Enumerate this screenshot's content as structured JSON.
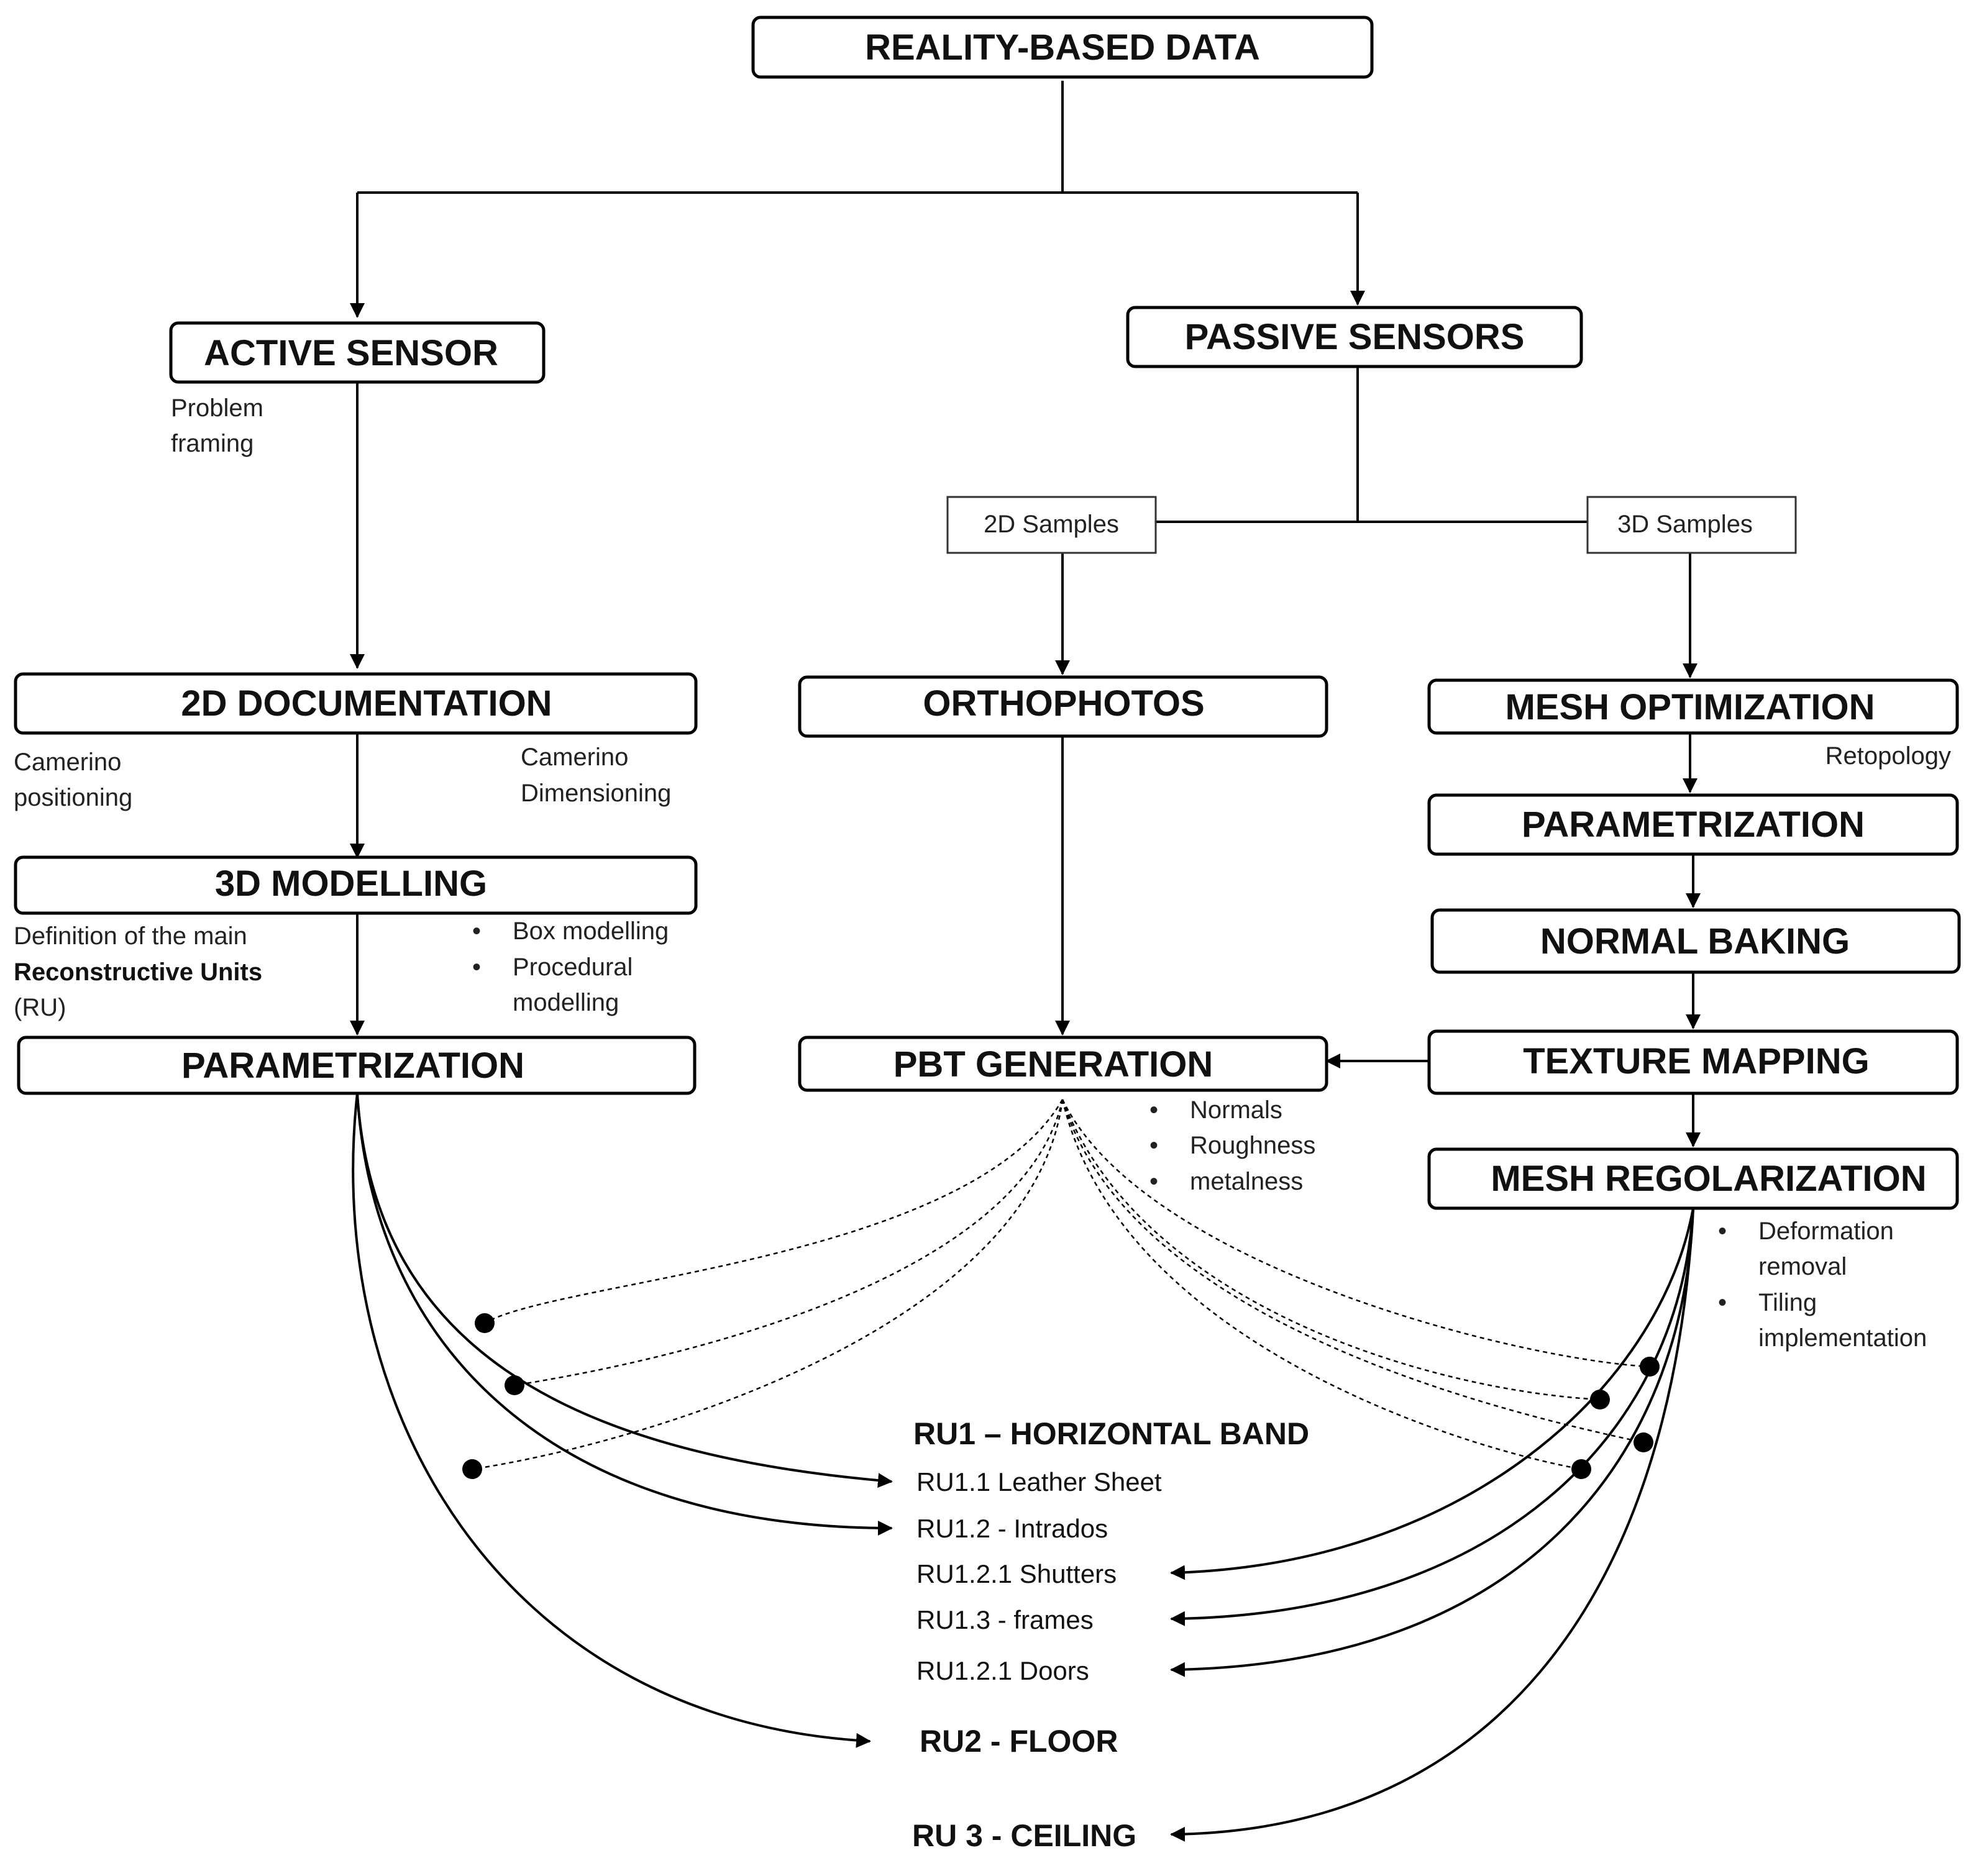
{
  "boxes": {
    "reality": "REALITY-BASED DATA",
    "active": "ACTIVE SENSOR",
    "passive": "PASSIVE SENSORS",
    "samples2d": "2D Samples",
    "samples3d": "3D Samples",
    "doc2d": "2D DOCUMENTATION",
    "ortho": "ORTHOPHOTOS",
    "meshopt": "MESH OPTIMIZATION",
    "param_right": "PARAMETRIZATION",
    "modelling3d": "3D MODELLING",
    "normal": "NORMAL BAKING",
    "param_left": "PARAMETRIZATION",
    "pbt": "PBT GENERATION",
    "texture": "TEXTURE MAPPING",
    "meshreg": "MESH REGOLARIZATION"
  },
  "notes": {
    "problem_1": "Problem",
    "problem_2": "framing",
    "cam_pos_1": "Camerino",
    "cam_pos_2": "positioning",
    "cam_dim_1": "Camerino",
    "cam_dim_2": "Dimensioning",
    "retopology": "Retopology",
    "def_1": "Definition of the main",
    "def_2": "Reconstructive Units",
    "def_3": "(RU)",
    "bullet": "•",
    "box_modelling": "Box modelling",
    "procedural_1": "Procedural",
    "procedural_2": "modelling",
    "normals": "Normals",
    "roughness": "Roughness",
    "metalness": "metalness",
    "deform_1": "Deformation",
    "deform_2": "removal",
    "tiling_1": "Tiling",
    "tiling_2": "implementation"
  },
  "ru": {
    "ru1": "RU1 – HORIZONTAL  BAND",
    "ru1_1": "RU1.1 Leather Sheet",
    "ru1_2": "RU1.2 - Intrados",
    "ru1_2_1_shutters": "RU1.2.1 Shutters",
    "ru1_3": "RU1.3 - frames",
    "ru1_2_1_doors": "RU1.2.1 Doors",
    "ru2": "RU2 - FLOOR",
    "ru3": "RU 3 - CEILING"
  }
}
